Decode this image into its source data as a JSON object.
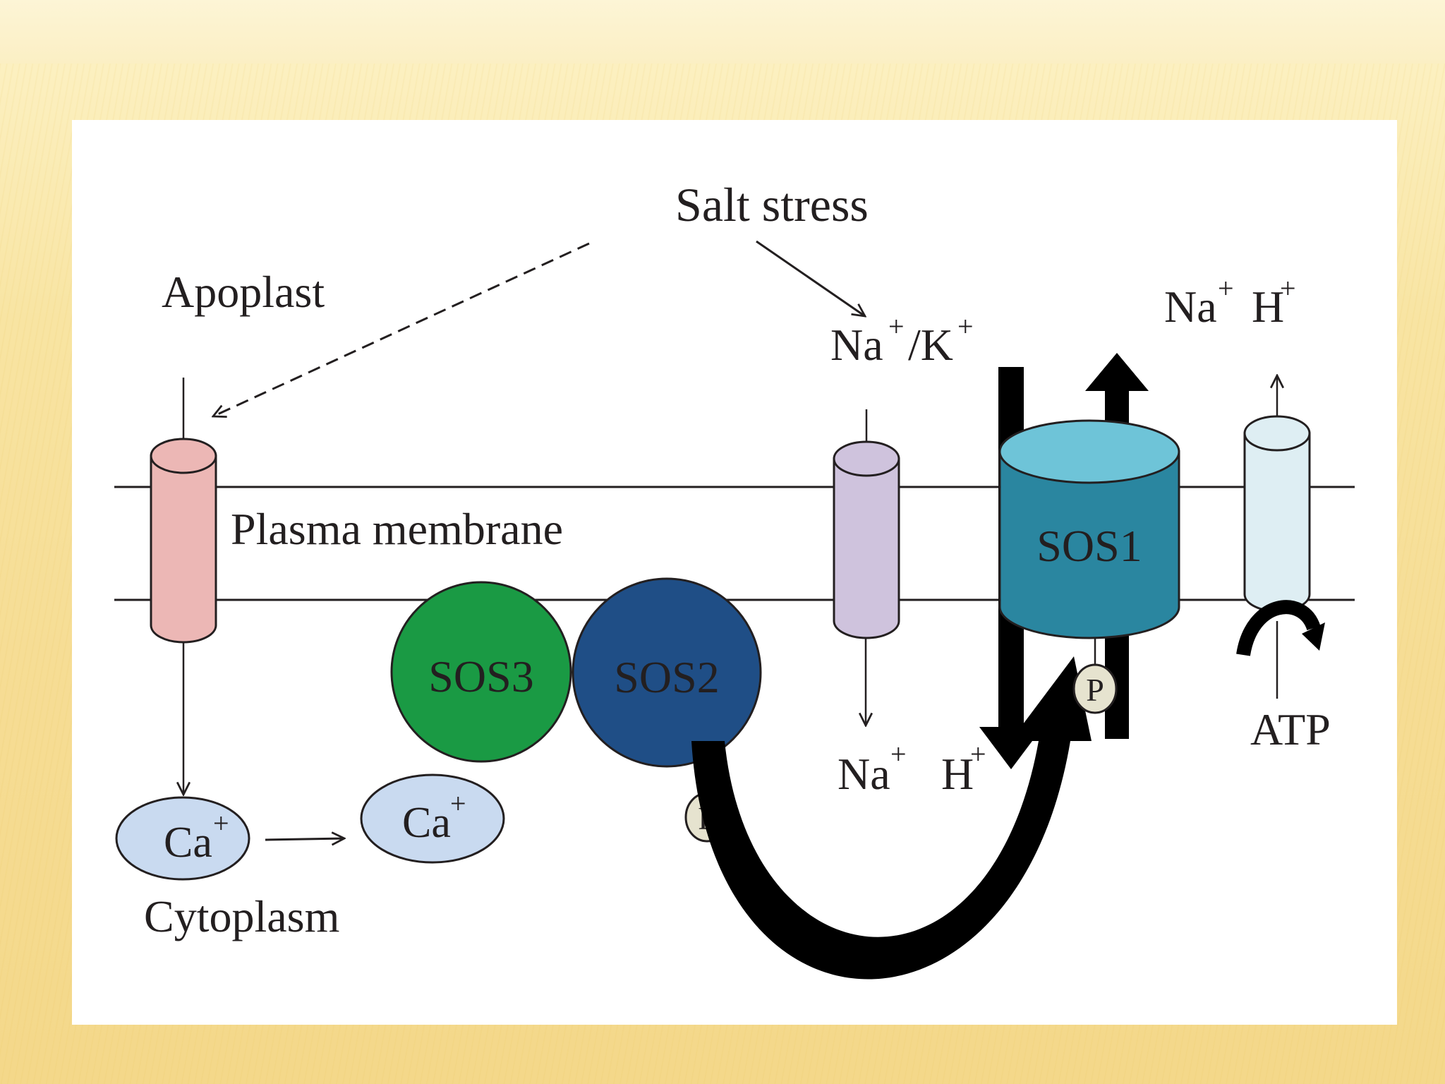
{
  "diagram": {
    "salt_stress": "Salt stress",
    "apoplast": "Apoplast",
    "plasma_membrane": "Plasma membrane",
    "cytoplasm": "Cytoplasm",
    "ca_ion": "Ca",
    "ca_charge": "+",
    "sos3": "SOS3",
    "sos2": "SOS2",
    "sos1": "SOS1",
    "phosphate": "P",
    "na_k_na": "Na",
    "na_k_slash": "/K",
    "plus": "+",
    "na": "Na",
    "h": "H",
    "atp": "ATP",
    "colors": {
      "ca_channel": "#ecb7b5",
      "na_k_channel": "#cfc3dd",
      "atpase": "#deeef3",
      "sos3": "#1a9a44",
      "sos2": "#1f4e86",
      "sos1": "#2a86a0",
      "ca_ellipse": "#c9daf0",
      "phosphate": "#e6e3cf"
    }
  }
}
